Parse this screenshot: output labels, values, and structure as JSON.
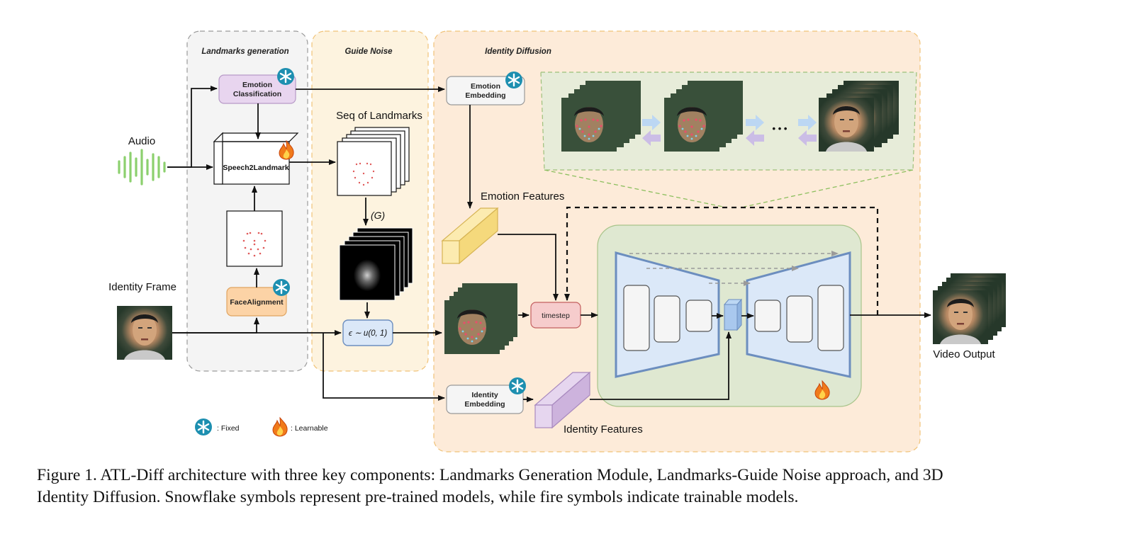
{
  "panels": {
    "landmarks_generation": "Landmarks generation",
    "guide_noise": "Guide Noise",
    "identity_diffusion": "Identity Diffusion"
  },
  "labels": {
    "audio": "Audio",
    "identity_frame": "Identity Frame",
    "emotion_classification_line1": "Emotion",
    "emotion_classification_line2": "Classification",
    "speech2landmark": "Speech2Landmark",
    "face_alignment": "FaceAlignment",
    "seq_of_landmarks": "Seq of Landmarks",
    "gaussian": "(G)",
    "noise_formula": "ϵ ∼ u(0, 1)",
    "emotion_embedding_line1": "Emotion",
    "emotion_embedding_line2": "Embedding",
    "emotion_features": "Emotion Features",
    "timestep": "timestep",
    "identity_embedding_line1": "Identity",
    "identity_embedding_line2": "Embedding",
    "identity_features": "Identity Features",
    "video_output": "Video Output",
    "ellipsis": "• • •"
  },
  "legend": {
    "fixed": ": Fixed",
    "learnable": ": Learnable"
  },
  "colors": {
    "emotion_class_fill": "#e8d5ef",
    "face_align_fill": "#fcd3a6",
    "noise_fill": "#dbe8f8",
    "timestep_fill": "#f6cccc",
    "panel_landmarks": "#f4f4f4",
    "panel_guide": "#fdf3df",
    "panel_identity": "#fdebd9",
    "unet_fill": "#dbe8f8",
    "unet_stroke": "#6c8ebf",
    "audio_green": "#8cd06e",
    "snowflake": "#1d8fb0",
    "fire": "#f07a1a"
  },
  "caption": {
    "line1": "Figure 1. ATL-Diff architecture with three key components: Landmarks Generation Module, Landmarks-Guide Noise approach, and 3D",
    "line2": "Identity Diffusion. Snowflake symbols represent pre-trained models, while fire symbols indicate trainable models."
  }
}
